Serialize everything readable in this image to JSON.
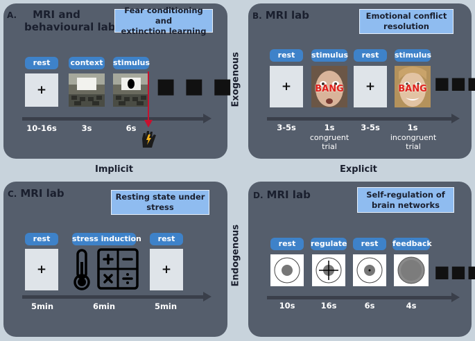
{
  "axes": {
    "left": "Implicit",
    "right": "Explicit",
    "top": "Exogenous",
    "bottom": "Endogenous"
  },
  "panels": {
    "a": {
      "letter": "A.",
      "lab_line1": "MRI and",
      "lab_line2": "behavioural labs",
      "title_line1": "Fear conditioning and",
      "title_line2": "extinction learning",
      "steps": [
        "rest",
        "context",
        "stimulus"
      ],
      "screen_text": "+",
      "durations": [
        "10-16s",
        "3s",
        "6s"
      ]
    },
    "b": {
      "letter": "B.",
      "lab": "MRI lab",
      "title_line1": "Emotional conflict",
      "title_line2": "resolution",
      "steps": [
        "rest",
        "stimulus",
        "rest",
        "stimulus"
      ],
      "screen_text": "+",
      "face_word": "BANG",
      "durations": [
        "3-5s",
        "1s",
        "3-5s",
        "1s"
      ],
      "notes": [
        [
          "congruent",
          "trial"
        ],
        [
          "incongruent",
          "trial"
        ]
      ]
    },
    "c": {
      "letter": "C.",
      "lab": "MRI lab",
      "title_line1": "Resting state under",
      "title_line2": "stress",
      "steps": [
        "rest",
        "stress induction",
        "rest"
      ],
      "screen_text": "+",
      "durations": [
        "5min",
        "6min",
        "5min"
      ]
    },
    "d": {
      "letter": "D.",
      "lab": "MRI lab",
      "title_line1": "Self-regulation of",
      "title_line2": "brain networks",
      "steps": [
        "rest",
        "regulate",
        "rest",
        "feedback"
      ],
      "durations": [
        "10s",
        "16s",
        "6s",
        "4s"
      ]
    }
  },
  "colors": {
    "background": "#c8d3dc",
    "panel": "#555e6c",
    "title_box": "#8fbcf0",
    "pill": "#3e82c9",
    "arrow": "#c8102e",
    "bang": "#e0201c"
  }
}
